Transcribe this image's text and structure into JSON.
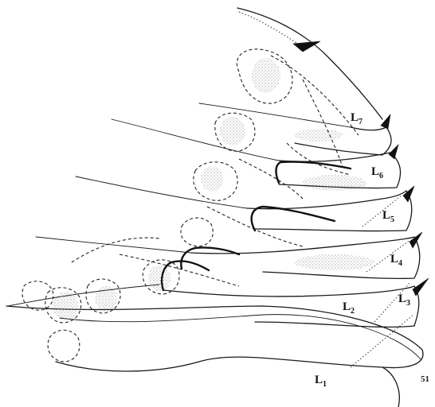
{
  "figure": {
    "page_number": "51",
    "labels": [
      {
        "id": "L7",
        "main": "L",
        "sub": "7"
      },
      {
        "id": "L6",
        "main": "L",
        "sub": "6"
      },
      {
        "id": "L5",
        "main": "L",
        "sub": "5"
      },
      {
        "id": "L4",
        "main": "L",
        "sub": "4"
      },
      {
        "id": "L3",
        "main": "L",
        "sub": "3"
      },
      {
        "id": "L2",
        "main": "L",
        "sub": "2"
      },
      {
        "id": "L1",
        "main": "L",
        "sub": "1"
      }
    ]
  }
}
